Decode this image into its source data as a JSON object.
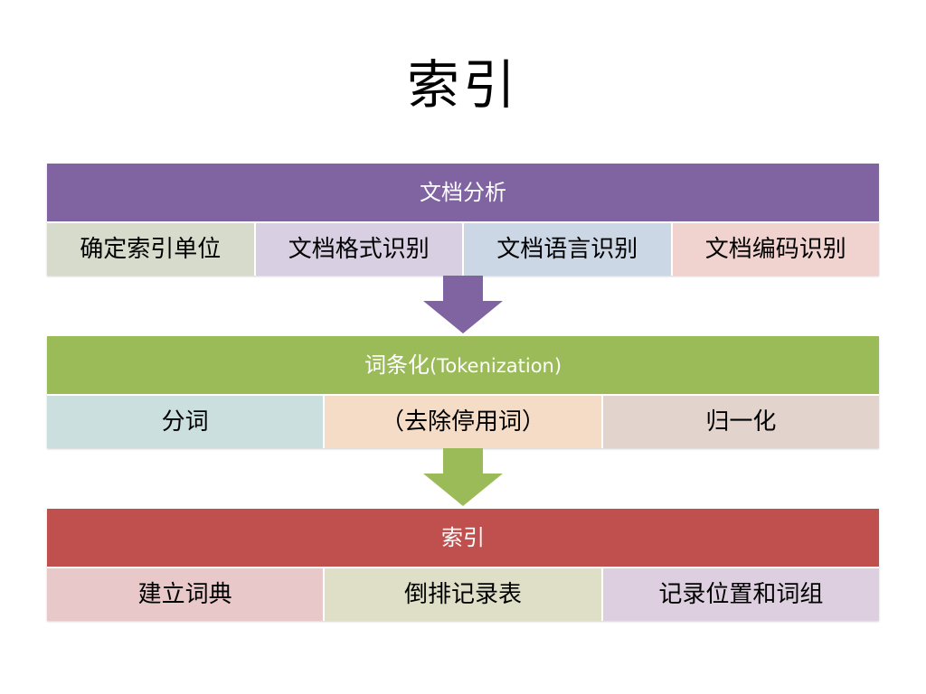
{
  "slide": {
    "title": "索引"
  },
  "blocks": [
    {
      "header": "文档分析",
      "color": "#8064a2",
      "cells": [
        {
          "label": "确定索引单位",
          "color": "#d7dbcc"
        },
        {
          "label": "文档格式识别",
          "color": "#d9cfe2"
        },
        {
          "label": "文档语言识别",
          "color": "#ccd7e6"
        },
        {
          "label": "文档编码识别",
          "color": "#f0d2cf"
        }
      ]
    },
    {
      "header": "词条化",
      "header_suffix": "(Tokenization)",
      "color": "#9bbb59",
      "cells": [
        {
          "label": "分词",
          "color": "#cbdfdf"
        },
        {
          "label": "（去除停用词）",
          "color": "#f4dcc6"
        },
        {
          "label": "归一化",
          "color": "#e3d3cd"
        }
      ]
    },
    {
      "header": "索引",
      "color": "#c0504d",
      "cells": [
        {
          "label": "建立词典",
          "color": "#e8c8c9"
        },
        {
          "label": "倒排记录表",
          "color": "#dfdfc8"
        },
        {
          "label": "记录位置和词组",
          "color": "#ddcfdf"
        }
      ]
    }
  ],
  "arrows": [
    {
      "color": "#8064a2"
    },
    {
      "color": "#9bbb59"
    }
  ]
}
